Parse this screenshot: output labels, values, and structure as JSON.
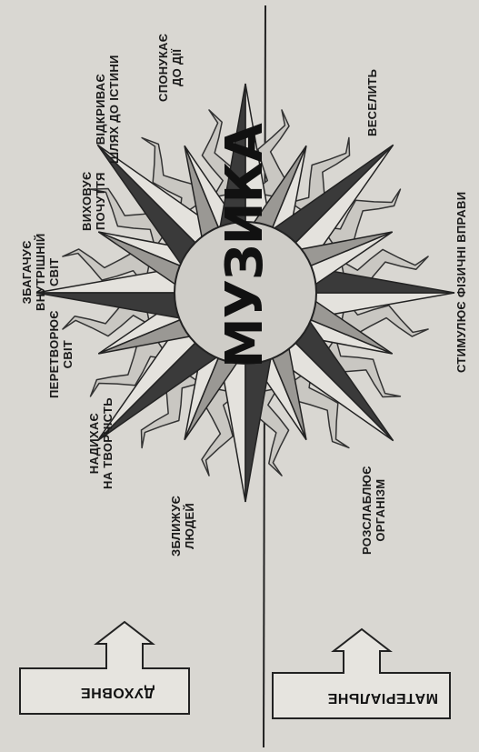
{
  "center_word": "МУЗИКА",
  "spiritual": {
    "title": "ДУХОВНЕ",
    "labels": {
      "l1": [
        "ЗБАГАЧУЄ",
        "ВНУТРІШНІЙ",
        "СВІТ"
      ],
      "l2": [
        "ПЕРЕТВОРЮЄ",
        "СВІТ"
      ],
      "l3": [
        "НАДИХАЄ",
        "НА ТВОРЧІСТЬ"
      ],
      "l4": [
        "ЗБЛИЖУЄ",
        "ЛЮДЕЙ"
      ],
      "l5": [
        "ВИХОВУЄ",
        "ПОЧУТТЯ"
      ],
      "l6": [
        "ВІДКРИВАЄ",
        "ШЛЯХ ДО ІСТИНИ"
      ],
      "l7": [
        "СПОНУКАЄ",
        "ДО ДІЇ"
      ]
    }
  },
  "material": {
    "title": "МАТЕРІАЛЬНЕ",
    "labels": {
      "m1": [
        "ВЕСЕЛИТЬ"
      ],
      "m2": [
        "СТИМУЛЮЄ ФІЗИЧНІ ВПРАВИ"
      ],
      "m3": [
        "РОЗСЛАБЛЮЄ",
        "ОРГАНІЗМ"
      ]
    }
  }
}
